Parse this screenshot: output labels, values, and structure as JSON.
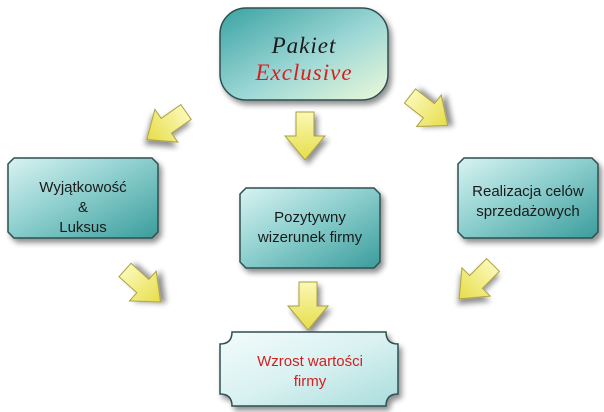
{
  "nodes": {
    "top": {
      "line1": "Pakiet",
      "line2": "Exclusive"
    },
    "left": {
      "line1": "Wyjątkowość",
      "line2": "&",
      "line3": "Luksus"
    },
    "center": {
      "line1": "Pozytywny",
      "line2": "wizerunek firmy"
    },
    "right": {
      "line1": "Realizacja celów",
      "line2": "sprzedażowych"
    },
    "bottom": {
      "line1": "Wzrost wartości",
      "line2": "firmy"
    }
  },
  "colors": {
    "box_fill_light": "#c9ecec",
    "box_fill_dark": "#3fa6a6",
    "box_stroke": "#2f4f4f",
    "arrow_fill": "#f6f07a",
    "arrow_stroke": "#b9b24a",
    "accent_red": "#d42020"
  }
}
